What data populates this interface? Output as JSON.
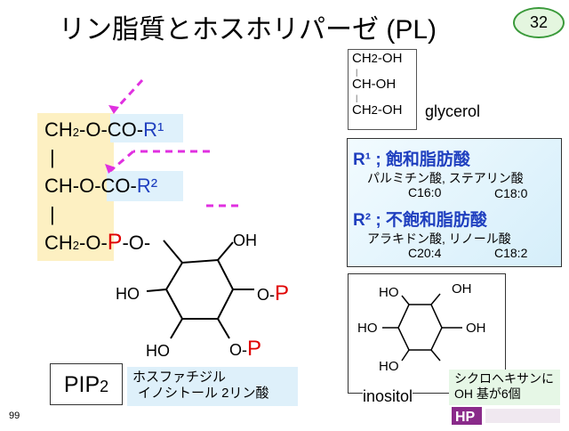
{
  "title": "リン脂質とホスホリパーゼ (PL)",
  "slide_number": "32",
  "page_number": "99",
  "glycerol": {
    "lines": [
      "CH",
      "2",
      "-OH",
      "|",
      "CH-OH",
      "|",
      "CH",
      "2",
      "-OH"
    ],
    "label": "glycerol"
  },
  "fatty_acids": {
    "r1_heading": "R¹ ; 飽和脂肪酸",
    "r1_names": "パルミチン酸, ステアリン酸",
    "r1_c1": "C16:0",
    "r1_c2": "C18:0",
    "r2_heading": "R² ; 不飽和脂肪酸",
    "r2_names": "アラキドン酸, リノール酸",
    "r2_c1": "C20:4",
    "r2_c2": "C18:2"
  },
  "structure": {
    "l1a": "CH",
    "sub2": "2",
    "l1b": "-O-",
    "co": "CO-",
    "r1": "R¹",
    "bar": "|",
    "l2a": "CH-O-",
    "r2": "R²",
    "l3b": "-O-",
    "p": "P",
    "o_p": "O-",
    "oh": "OH",
    "ho": "HO"
  },
  "pip": {
    "label": "PIP",
    "sub": "2",
    "desc1": "ホスファチジル",
    "desc2": "イノシトール 2リン酸"
  },
  "inositol": {
    "label": "inositol",
    "oh": "OH",
    "ho": "HO"
  },
  "note": {
    "line1": "シクロヘキサンに",
    "line2": "OH 基が6個"
  },
  "logo_text": "HP",
  "colors": {
    "blue": "#1f3fbf",
    "red": "#e00000",
    "arrow": "#e030e0"
  }
}
